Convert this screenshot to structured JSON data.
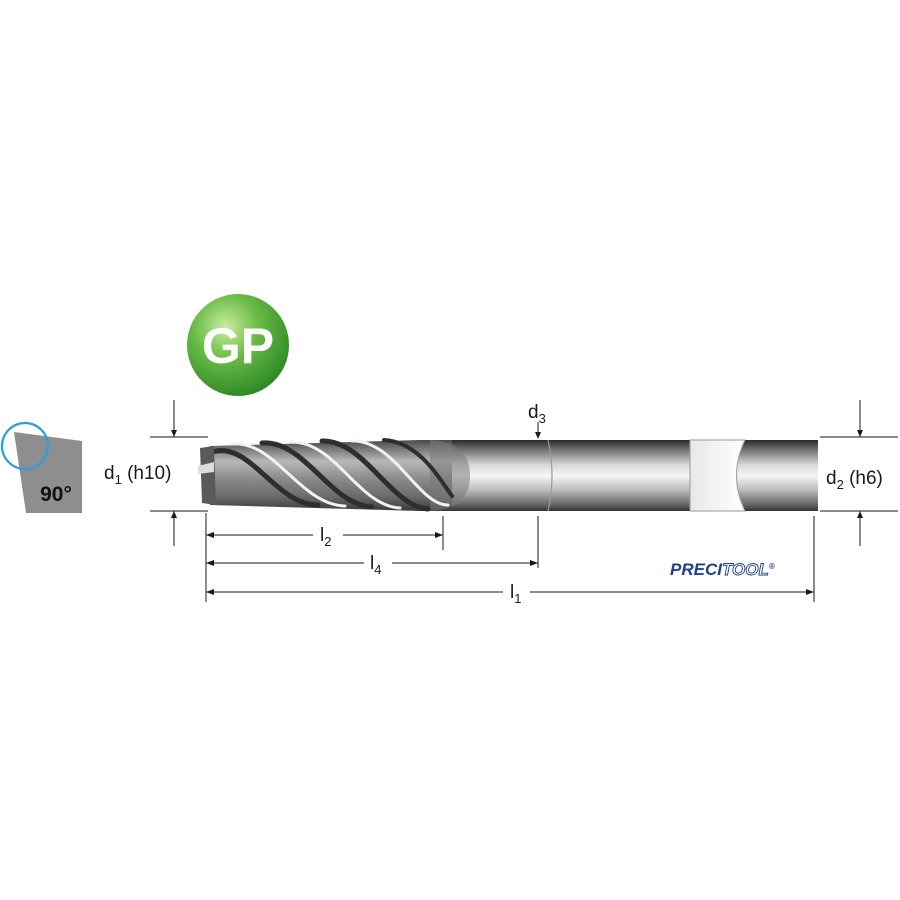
{
  "badge": {
    "text": "GP",
    "color_light": "#8fd16a",
    "color_dark": "#2f8a25"
  },
  "angle": {
    "text": "90°",
    "fill": "#8c8c8c",
    "ring_color": "#2aa0d8"
  },
  "dimensions": {
    "d1": {
      "base": "d",
      "sub": "1",
      "tol": " (h10)"
    },
    "d2": {
      "base": "d",
      "sub": "2",
      "tol": " (h6)"
    },
    "d3": {
      "base": "d",
      "sub": "3"
    },
    "l1": {
      "base": "l",
      "sub": "1"
    },
    "l2": {
      "base": "l",
      "sub": "2"
    },
    "l4": {
      "base": "l",
      "sub": "4"
    }
  },
  "brand": {
    "part1": "PRECI",
    "part2": "TOOL",
    "mark": "®",
    "color": "#1f3f86"
  }
}
